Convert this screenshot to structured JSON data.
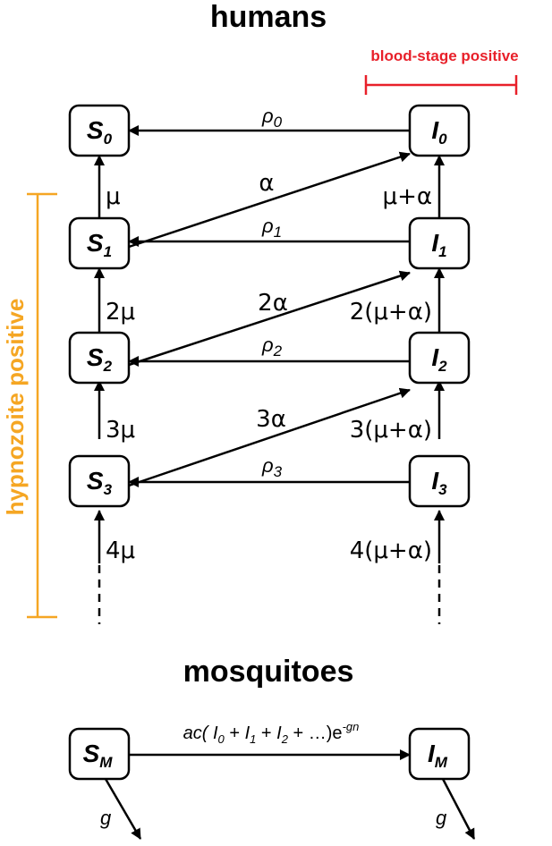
{
  "headings": {
    "humans": "humans",
    "mosquitoes": "mosquitoes"
  },
  "annotations": {
    "blood_stage": "blood-stage positive",
    "hypnozoite": "hypnozoite positive"
  },
  "colors": {
    "blood_stage": "#e8202a",
    "hypnozoite": "#f5a623",
    "ink": "#000000"
  },
  "nodes": {
    "S0": {
      "main": "S",
      "sub": "0"
    },
    "S1": {
      "main": "S",
      "sub": "1"
    },
    "S2": {
      "main": "S",
      "sub": "2"
    },
    "S3": {
      "main": "S",
      "sub": "3"
    },
    "I0": {
      "main": "I",
      "sub": "0"
    },
    "I1": {
      "main": "I",
      "sub": "1"
    },
    "I2": {
      "main": "I",
      "sub": "2"
    },
    "I3": {
      "main": "I",
      "sub": "3"
    },
    "SM": {
      "main": "S",
      "sub": "M"
    },
    "IM": {
      "main": "I",
      "sub": "M"
    }
  },
  "rates": {
    "mu_1": "μ",
    "mu_2": "2μ",
    "mu_3": "3μ",
    "mu_4": "4μ",
    "mua_1": "μ+α",
    "mua_2": "2(μ+α)",
    "mua_3": "3(μ+α)",
    "mua_4": "4(μ+α)",
    "alpha_1": "α",
    "alpha_2": "2α",
    "alpha_3": "3α",
    "rho_0": {
      "main": "ρ",
      "sub": "0"
    },
    "rho_1": {
      "main": "ρ",
      "sub": "1"
    },
    "rho_2": {
      "main": "ρ",
      "sub": "2"
    },
    "rho_3": {
      "main": "ρ",
      "sub": "3"
    },
    "g_left": "g",
    "g_right": "g",
    "infection": {
      "prefix": "ac( ",
      "I": "I",
      "s0": "0",
      "plus": " + ",
      "s1": "1",
      "s2": "2",
      "ellipsis": "…)e",
      "exp": "-gn"
    }
  }
}
